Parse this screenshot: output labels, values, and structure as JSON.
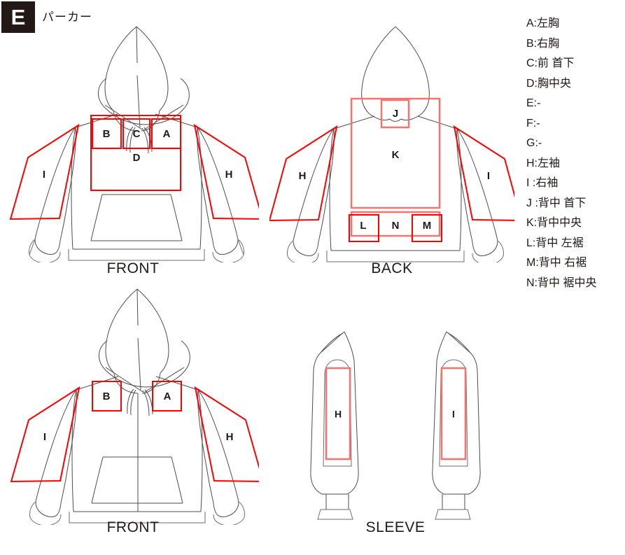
{
  "header": {
    "badge_letter": "E",
    "title": "パーカー"
  },
  "legend": {
    "items": [
      {
        "key": "A",
        "label": "A:左胸"
      },
      {
        "key": "B",
        "label": "B:右胸"
      },
      {
        "key": "C",
        "label": "C:前 首下"
      },
      {
        "key": "D",
        "label": "D:胸中央"
      },
      {
        "key": "E",
        "label": "E:-"
      },
      {
        "key": "F",
        "label": "F:-"
      },
      {
        "key": "G",
        "label": "G:-"
      },
      {
        "key": "H",
        "label": "H:左袖"
      },
      {
        "key": "I",
        "label": "I :右袖"
      },
      {
        "key": "J",
        "label": "J :背中 首下"
      },
      {
        "key": "K",
        "label": "K:背中中央"
      },
      {
        "key": "L",
        "label": "L:背中 左裾"
      },
      {
        "key": "M",
        "label": "M:背中 右裾"
      },
      {
        "key": "N",
        "label": "N:背中 裾中央"
      }
    ]
  },
  "figures": {
    "pullover_front": {
      "caption": "FRONT",
      "zones": [
        {
          "id": "B",
          "label": "B"
        },
        {
          "id": "C",
          "label": "C"
        },
        {
          "id": "A",
          "label": "A"
        },
        {
          "id": "D",
          "label": "D"
        },
        {
          "id": "I",
          "label": "I"
        },
        {
          "id": "H",
          "label": "H"
        }
      ]
    },
    "pullover_back": {
      "caption": "BACK",
      "zones": [
        {
          "id": "J",
          "label": "J"
        },
        {
          "id": "K",
          "label": "K"
        },
        {
          "id": "L",
          "label": "L"
        },
        {
          "id": "N",
          "label": "N"
        },
        {
          "id": "M",
          "label": "M"
        },
        {
          "id": "H",
          "label": "H"
        },
        {
          "id": "I",
          "label": "I"
        }
      ]
    },
    "zip_front": {
      "caption": "FRONT",
      "zones": [
        {
          "id": "B",
          "label": "B"
        },
        {
          "id": "A",
          "label": "A"
        },
        {
          "id": "I",
          "label": "I"
        },
        {
          "id": "H",
          "label": "H"
        }
      ]
    },
    "sleeve": {
      "caption": "SLEEVE",
      "zones": [
        {
          "id": "H",
          "label": "H"
        },
        {
          "id": "I",
          "label": "I"
        }
      ]
    }
  },
  "colors": {
    "badge_bg": "#231815",
    "zone_stroke": "#ff0000",
    "zone_stroke_soft": "#f4736f",
    "garment_stroke": "#4d4d4d"
  }
}
